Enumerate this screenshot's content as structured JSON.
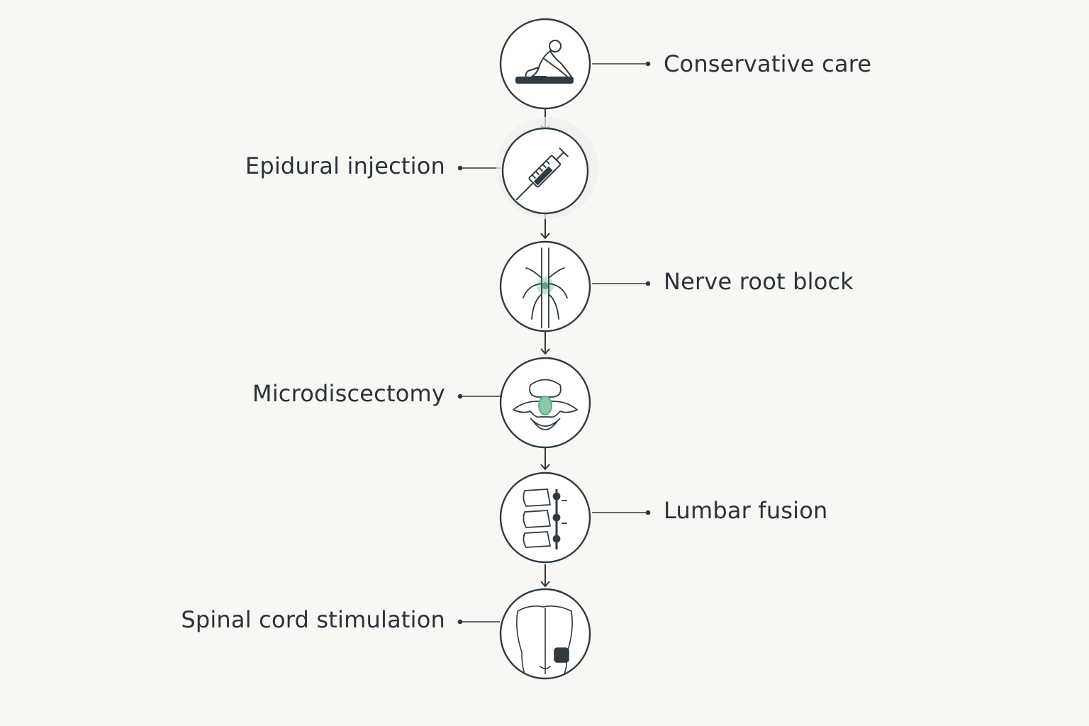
{
  "diagram": {
    "colors": {
      "background": "#f7f7f4",
      "stroke": "#2f3b40",
      "text": "#2a3238",
      "accent": "#5aa882"
    },
    "steps": [
      {
        "label": "Conservative care",
        "side": "right",
        "icon": "stretching-person-icon"
      },
      {
        "label": "Epidural injection",
        "side": "left",
        "icon": "syringe-icon"
      },
      {
        "label": "Nerve root block",
        "side": "right",
        "icon": "nerve-root-icon"
      },
      {
        "label": "Microdiscectomy",
        "side": "left",
        "icon": "vertebra-disc-icon"
      },
      {
        "label": "Lumbar fusion",
        "side": "right",
        "icon": "spinal-fusion-icon"
      },
      {
        "label": "Spinal cord stimulation",
        "side": "left",
        "icon": "back-stimulator-icon"
      }
    ]
  }
}
